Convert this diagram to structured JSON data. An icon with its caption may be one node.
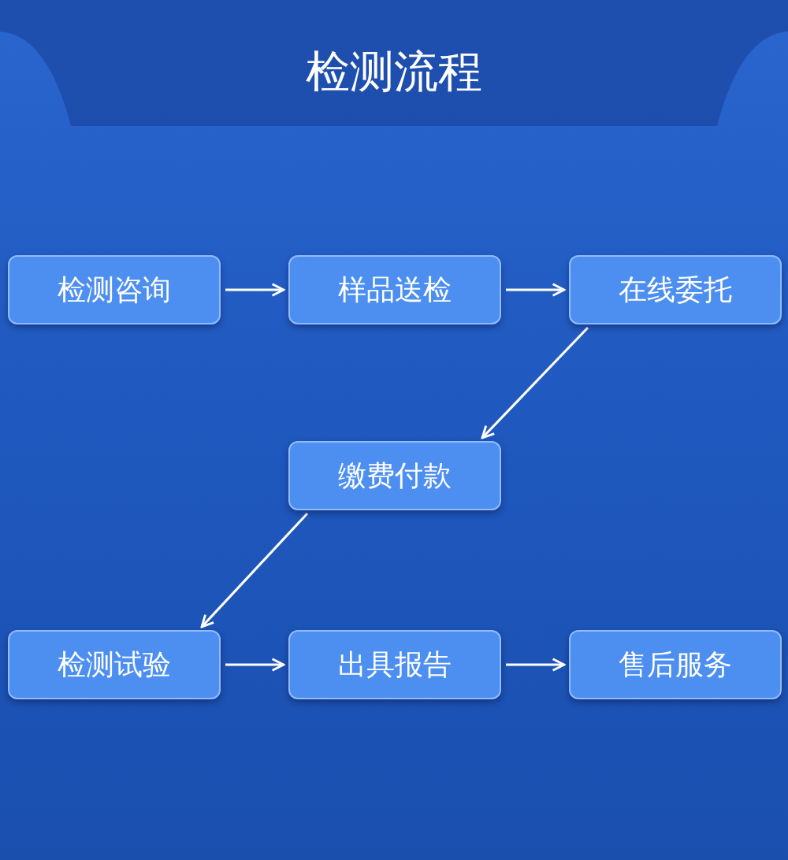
{
  "diagram": {
    "title": "检测流程",
    "nodes": [
      {
        "text": [
          "检测咨询"
        ]
      },
      {
        "text": [
          "样品送检"
        ]
      },
      {
        "text": [
          "在线委托"
        ]
      },
      {
        "text": [
          "缴费付款"
        ]
      },
      {
        "text": [
          "检测试验"
        ]
      },
      {
        "text": [
          "出具报告"
        ]
      },
      {
        "text": [
          "售后服务"
        ]
      }
    ],
    "edges": [
      {
        "from": 0,
        "to": 1,
        "arrow": "to"
      },
      {
        "from": 1,
        "to": 2,
        "arrow": "to"
      },
      {
        "from": 2,
        "to": 3,
        "arrow": "to"
      },
      {
        "from": 3,
        "to": 4,
        "arrow": "to"
      },
      {
        "from": 4,
        "to": 5,
        "arrow": "to"
      },
      {
        "from": 5,
        "to": 6,
        "arrow": "to"
      }
    ]
  }
}
